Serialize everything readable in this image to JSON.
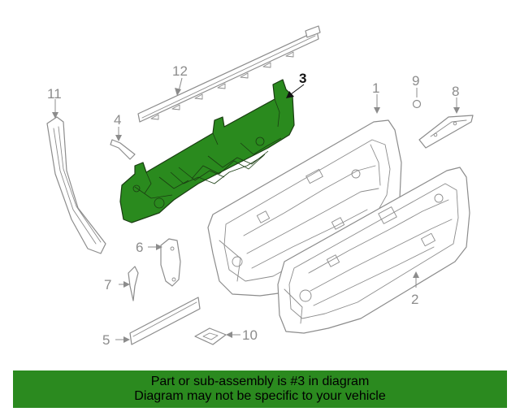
{
  "callouts": [
    {
      "id": "11",
      "label": "11"
    },
    {
      "id": "12",
      "label": "12"
    },
    {
      "id": "3",
      "label": "3",
      "highlighted": true
    },
    {
      "id": "4",
      "label": "4"
    },
    {
      "id": "1",
      "label": "1"
    },
    {
      "id": "9",
      "label": "9"
    },
    {
      "id": "8",
      "label": "8"
    },
    {
      "id": "6",
      "label": "6"
    },
    {
      "id": "7",
      "label": "7"
    },
    {
      "id": "2",
      "label": "2"
    },
    {
      "id": "5",
      "label": "5"
    },
    {
      "id": "10",
      "label": "10"
    }
  ],
  "banner": {
    "line1": "Part or sub-assembly is #3 in diagram",
    "line2": "Diagram may not be specific to your vehicle"
  },
  "colors": {
    "highlight": "#2a8a1e",
    "banner": "#2b8a1f",
    "line": "#8c8c8c"
  }
}
